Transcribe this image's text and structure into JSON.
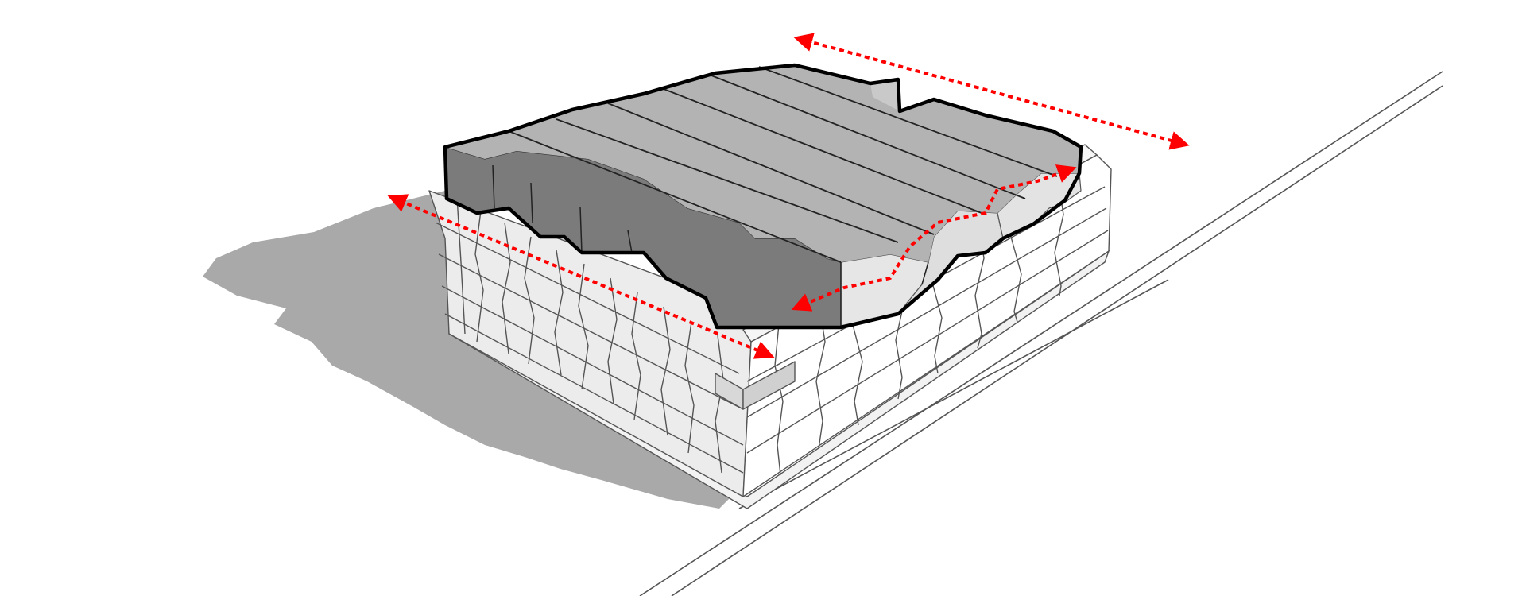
{
  "diagram": {
    "kind": "axonometric-massing",
    "elements": [
      "ground-shadow",
      "street-lines",
      "stacked-module-building",
      "top-volume-slab",
      "extension-arrow-top",
      "extension-arrow-side",
      "extension-arrow-front"
    ],
    "colors": {
      "background": "#ffffff",
      "shadow": "#a9a9a9",
      "slab_top": "#b3b3b3",
      "slab_side": "#7b7b7b",
      "slab_front_light": "#e6e6e6",
      "module_fill": "#ffffff",
      "module_shade": "#e9e9e9",
      "line": "#555555",
      "outline": "#000000",
      "arrow": "#ff0000"
    }
  }
}
